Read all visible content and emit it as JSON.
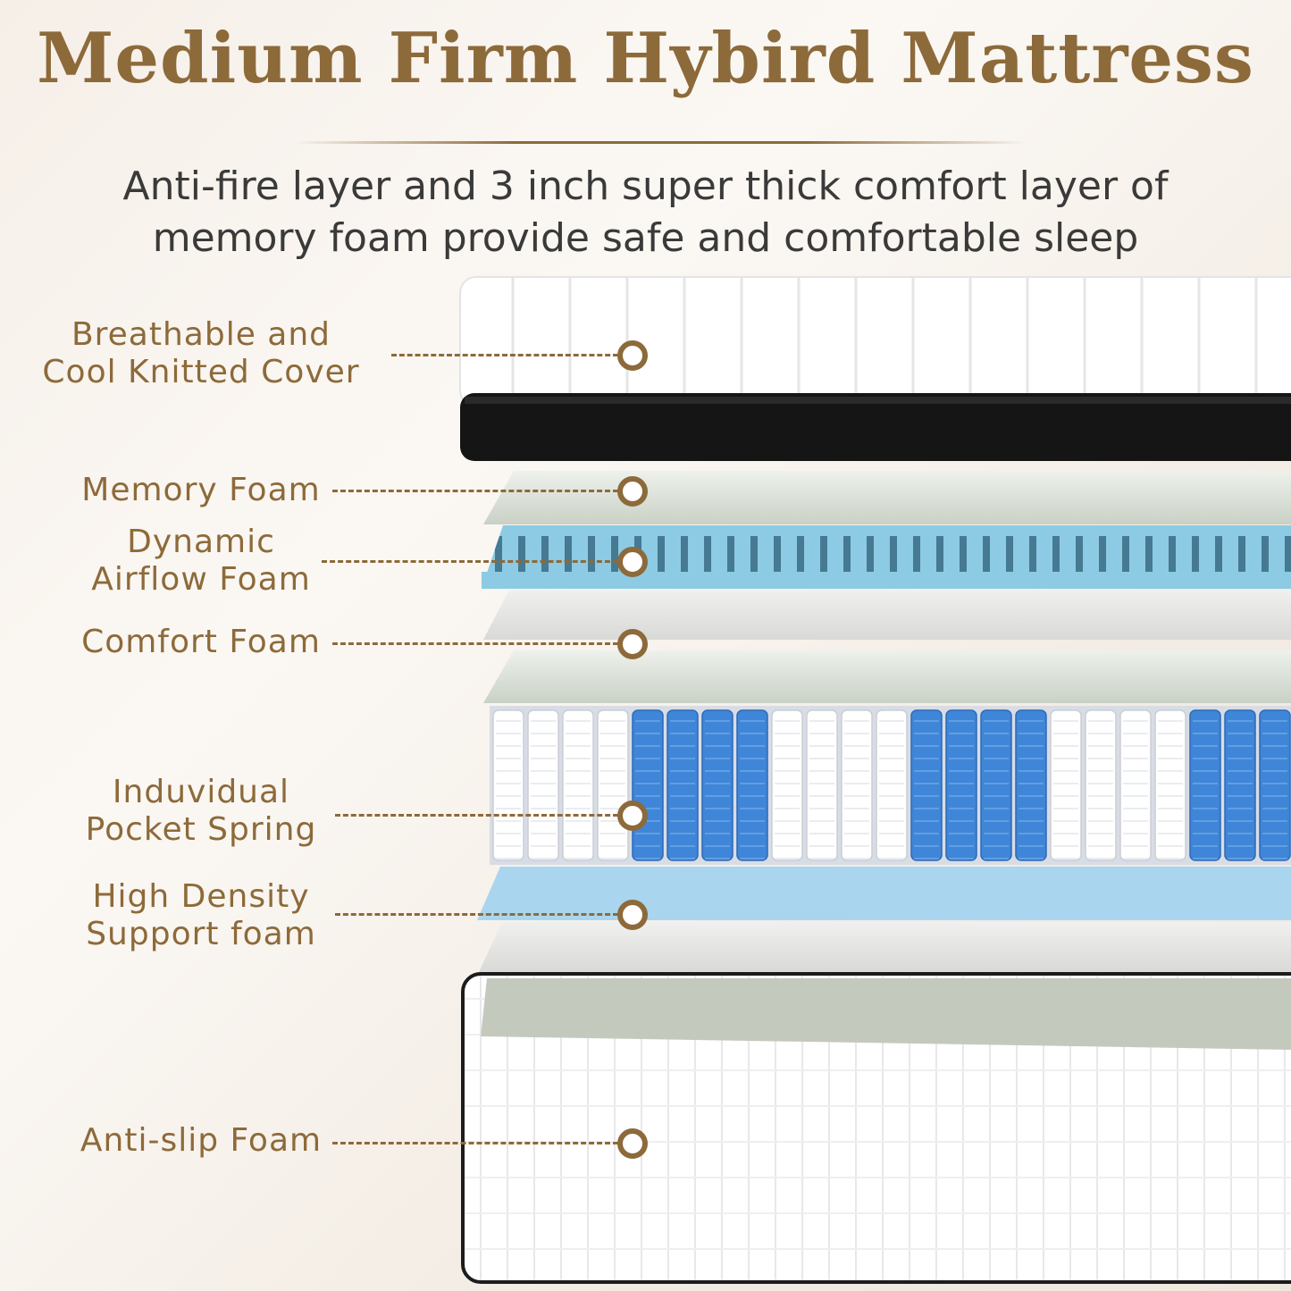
{
  "title": "Medium Firm Hybird Mattress",
  "subtitle": {
    "line1": "Anti-fire layer and 3 inch super thick comfort layer of",
    "line2": "memory foam provide safe and comfortable sleep"
  },
  "layers": [
    {
      "line1": "Breathable and",
      "line2": "Cool Knitted Cover"
    },
    {
      "line1": "Memory Foam"
    },
    {
      "line1": "Dynamic",
      "line2": "Airflow Foam"
    },
    {
      "line1": "Comfort Foam"
    },
    {
      "line1": "Induvidual",
      "line2": "Pocket Spring"
    },
    {
      "line1": "High Density",
      "line2": "Support foam"
    },
    {
      "line1": "Anti-slip Foam"
    }
  ],
  "colors": {
    "accent": "#8d6a3a",
    "airflow_foam": "#7fc3df",
    "spring_blue": "#3f86d8",
    "support_foam": "#a9d6ee"
  }
}
